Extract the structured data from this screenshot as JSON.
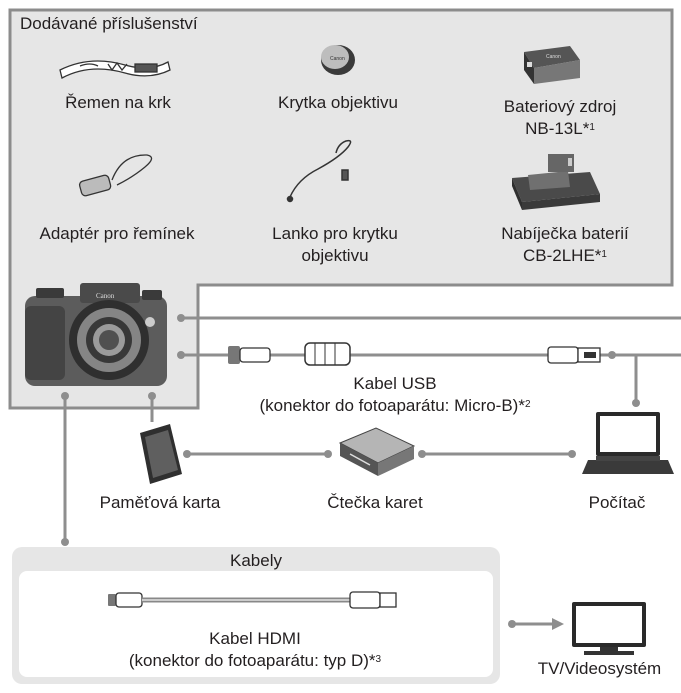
{
  "accessories_box": {
    "title": "Dodávané příslušenství",
    "items": [
      {
        "lines": [
          "Řemen na krk"
        ]
      },
      {
        "lines": [
          "Krytka objektivu"
        ]
      },
      {
        "lines": [
          "Bateriový zdroj",
          "NB-13L*1"
        ]
      },
      {
        "lines": [
          "Adaptér pro řemínek"
        ]
      },
      {
        "lines": [
          "Lanko pro krytku",
          "objektivu"
        ]
      },
      {
        "lines": [
          "Nabíječka baterií",
          "CB-2LHE*1"
        ]
      }
    ]
  },
  "connections": {
    "usb_cable": {
      "line1": "Kabel USB",
      "line2": "(konektor do fotoaparátu: Micro-B)*2"
    },
    "memory_card": "Paměťová karta",
    "card_reader": "Čtečka karet",
    "computer": "Počítač"
  },
  "cables_box": {
    "title": "Kabely",
    "hdmi": {
      "line1": "Kabel HDMI",
      "line2": "(konektor do fotoaparátu: typ D)*3"
    }
  },
  "tv": "TV/Videosystém",
  "colors": {
    "panel": "#e6e6e6",
    "border": "#8c8c8c",
    "line": "#8e8e8e",
    "text": "#231f20"
  },
  "icons": [
    "neck-strap-icon",
    "lens-cap-icon",
    "battery-icon",
    "strap-adapter-icon",
    "lens-cap-strap-icon",
    "charger-icon",
    "camera-icon",
    "usb-cable-icon",
    "memory-card-icon",
    "card-reader-icon",
    "laptop-icon",
    "hdmi-cable-icon",
    "tv-icon"
  ]
}
